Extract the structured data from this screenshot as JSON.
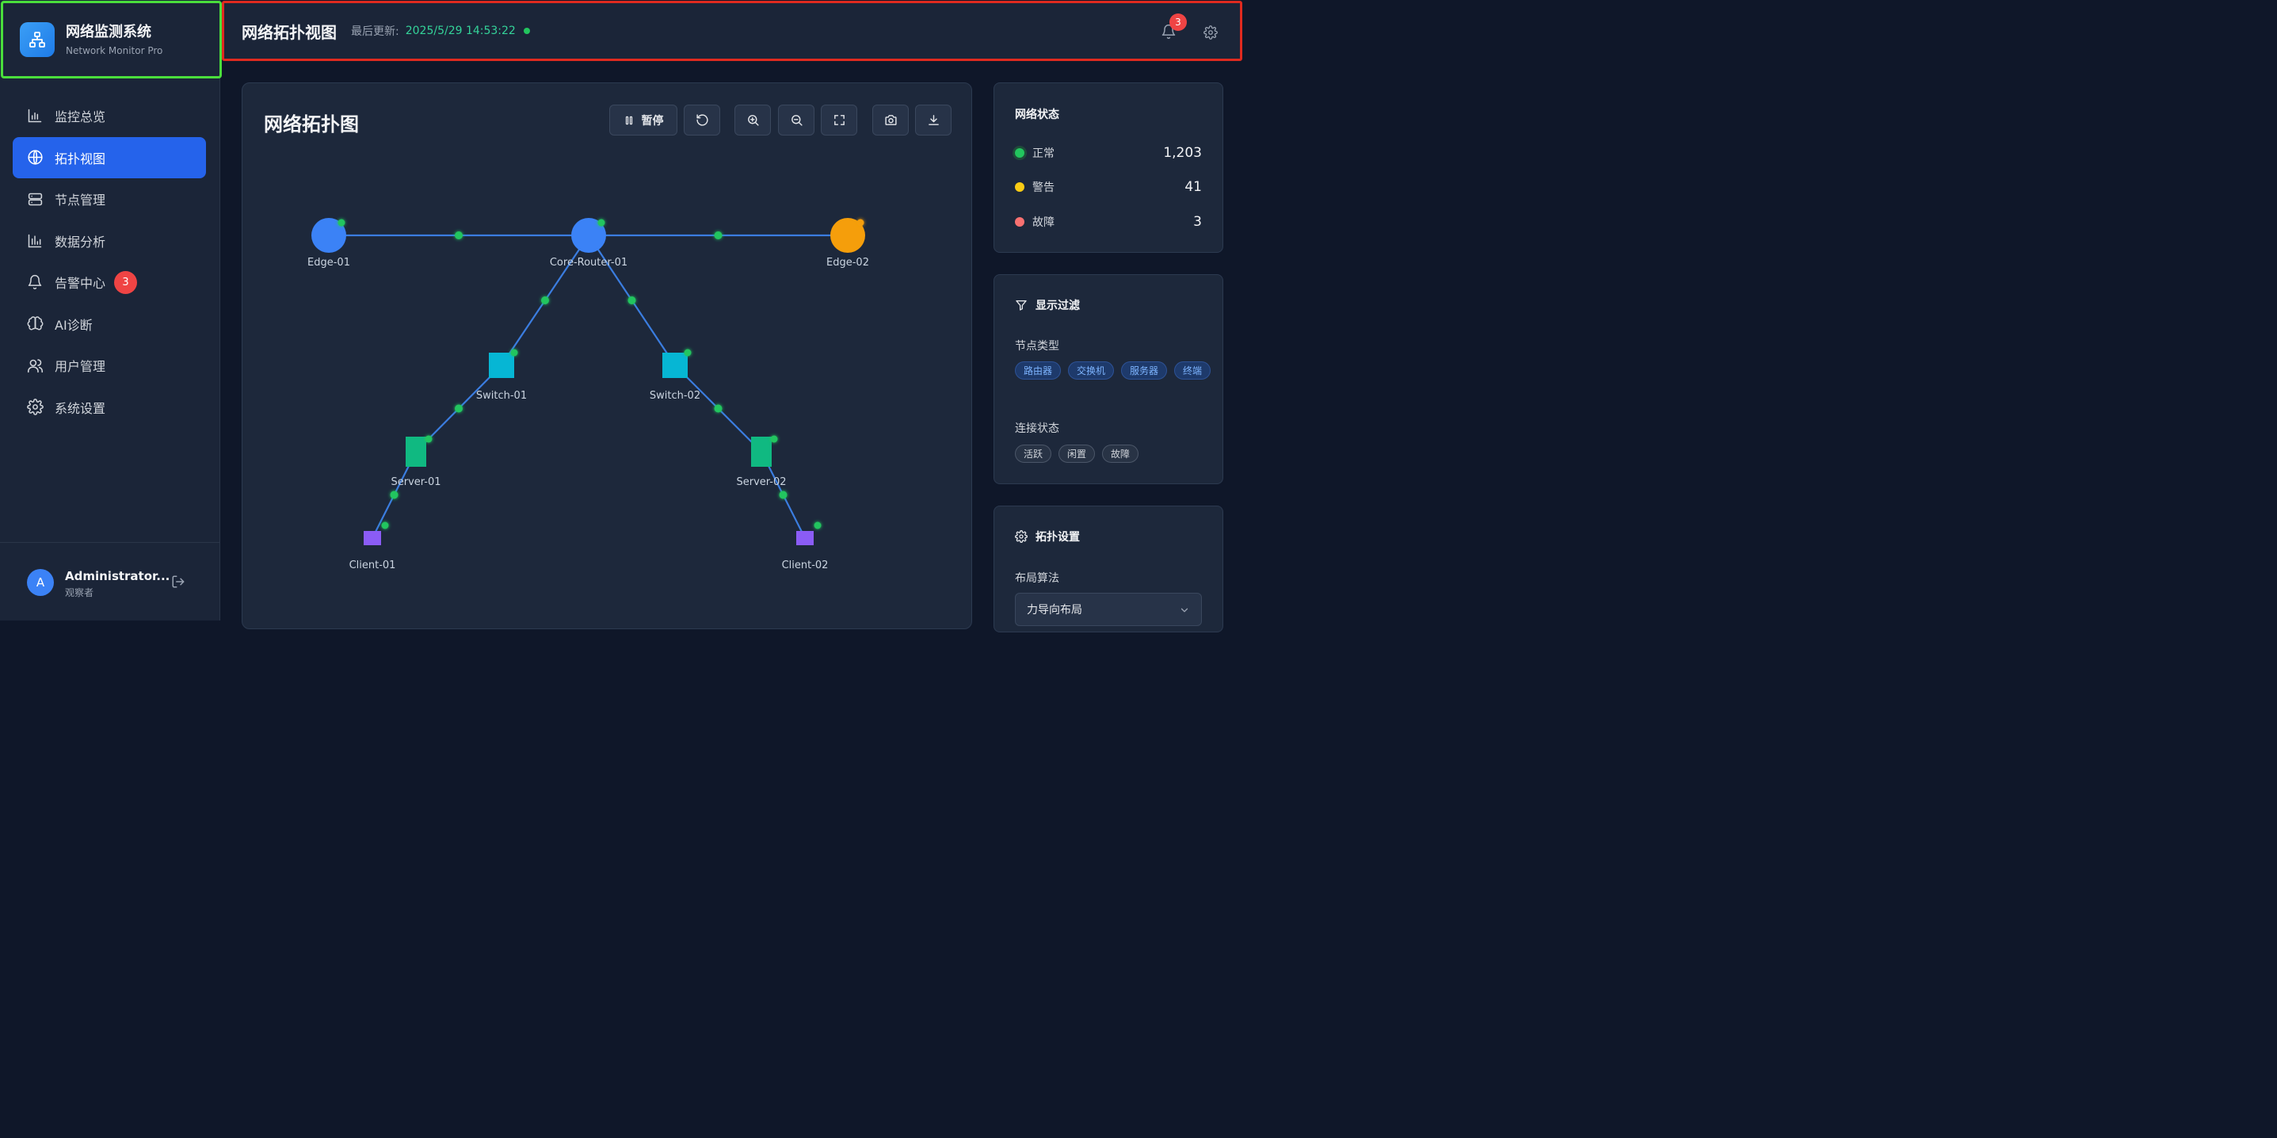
{
  "brand": {
    "title": "网络监测系统",
    "subtitle": "Network Monitor Pro"
  },
  "nav": [
    {
      "label": "监控总览",
      "icon": "bar-chart-icon"
    },
    {
      "label": "拓扑视图",
      "icon": "globe-icon",
      "active": true
    },
    {
      "label": "节点管理",
      "icon": "server-icon"
    },
    {
      "label": "数据分析",
      "icon": "analytics-icon"
    },
    {
      "label": "告警中心",
      "icon": "bell-icon",
      "badge": "3"
    },
    {
      "label": "AI诊断",
      "icon": "brain-icon"
    },
    {
      "label": "用户管理",
      "icon": "users-icon"
    },
    {
      "label": "系统设置",
      "icon": "gear-icon"
    }
  ],
  "user": {
    "avatar_letter": "A",
    "name": "Administrator...",
    "role": "观察者"
  },
  "header": {
    "title": "网络拓扑视图",
    "updated_label": "最后更新:",
    "updated_value": "2025/5/29 14:53:22",
    "notification_count": "3"
  },
  "topology": {
    "title": "网络拓扑图",
    "pause_label": "暂停",
    "toolbar_icons": [
      "pause-icon",
      "refresh-icon",
      "zoom-in-icon",
      "zoom-out-icon",
      "fullscreen-icon",
      "camera-icon",
      "download-icon"
    ],
    "nodes": [
      {
        "id": "edge1",
        "label": "Edge-01",
        "shape": "circle",
        "color": "#3b82f6"
      },
      {
        "id": "core",
        "label": "Core-Router-01",
        "shape": "circle",
        "color": "#3b82f6"
      },
      {
        "id": "edge2",
        "label": "Edge-02",
        "shape": "circle",
        "color": "#f59e0b"
      },
      {
        "id": "sw1",
        "label": "Switch-01",
        "shape": "square",
        "color": "#06b6d4"
      },
      {
        "id": "sw2",
        "label": "Switch-02",
        "shape": "square",
        "color": "#06b6d4"
      },
      {
        "id": "srv1",
        "label": "Server-01",
        "shape": "rect",
        "color": "#10b981"
      },
      {
        "id": "srv2",
        "label": "Server-02",
        "shape": "rect",
        "color": "#10b981"
      },
      {
        "id": "cl1",
        "label": "Client-01",
        "shape": "rect",
        "color": "#8b5cf6"
      },
      {
        "id": "cl2",
        "label": "Client-02",
        "shape": "rect",
        "color": "#8b5cf6"
      }
    ],
    "links": [
      [
        "edge1",
        "core"
      ],
      [
        "core",
        "edge2"
      ],
      [
        "core",
        "sw1"
      ],
      [
        "core",
        "sw2"
      ],
      [
        "sw1",
        "srv1"
      ],
      [
        "sw2",
        "srv2"
      ],
      [
        "srv1",
        "cl1"
      ],
      [
        "srv2",
        "cl2"
      ]
    ],
    "link_color": "#3b7de0",
    "status_dot_color": "#22c55e"
  },
  "network_status": {
    "title": "网络状态",
    "rows": [
      {
        "label": "正常",
        "value": "1,203",
        "color": "#22c55e"
      },
      {
        "label": "警告",
        "value": "41",
        "color": "#facc15"
      },
      {
        "label": "故障",
        "value": "3",
        "color": "#f87171"
      }
    ]
  },
  "filter": {
    "title": "显示过滤",
    "node_type_label": "节点类型",
    "node_types": [
      "路由器",
      "交换机",
      "服务器",
      "终端"
    ],
    "conn_status_label": "连接状态",
    "conn_statuses": [
      "活跃",
      "闲置",
      "故障"
    ]
  },
  "topo_settings": {
    "title": "拓扑设置",
    "layout_label": "布局算法",
    "layout_value": "力导向布局"
  }
}
